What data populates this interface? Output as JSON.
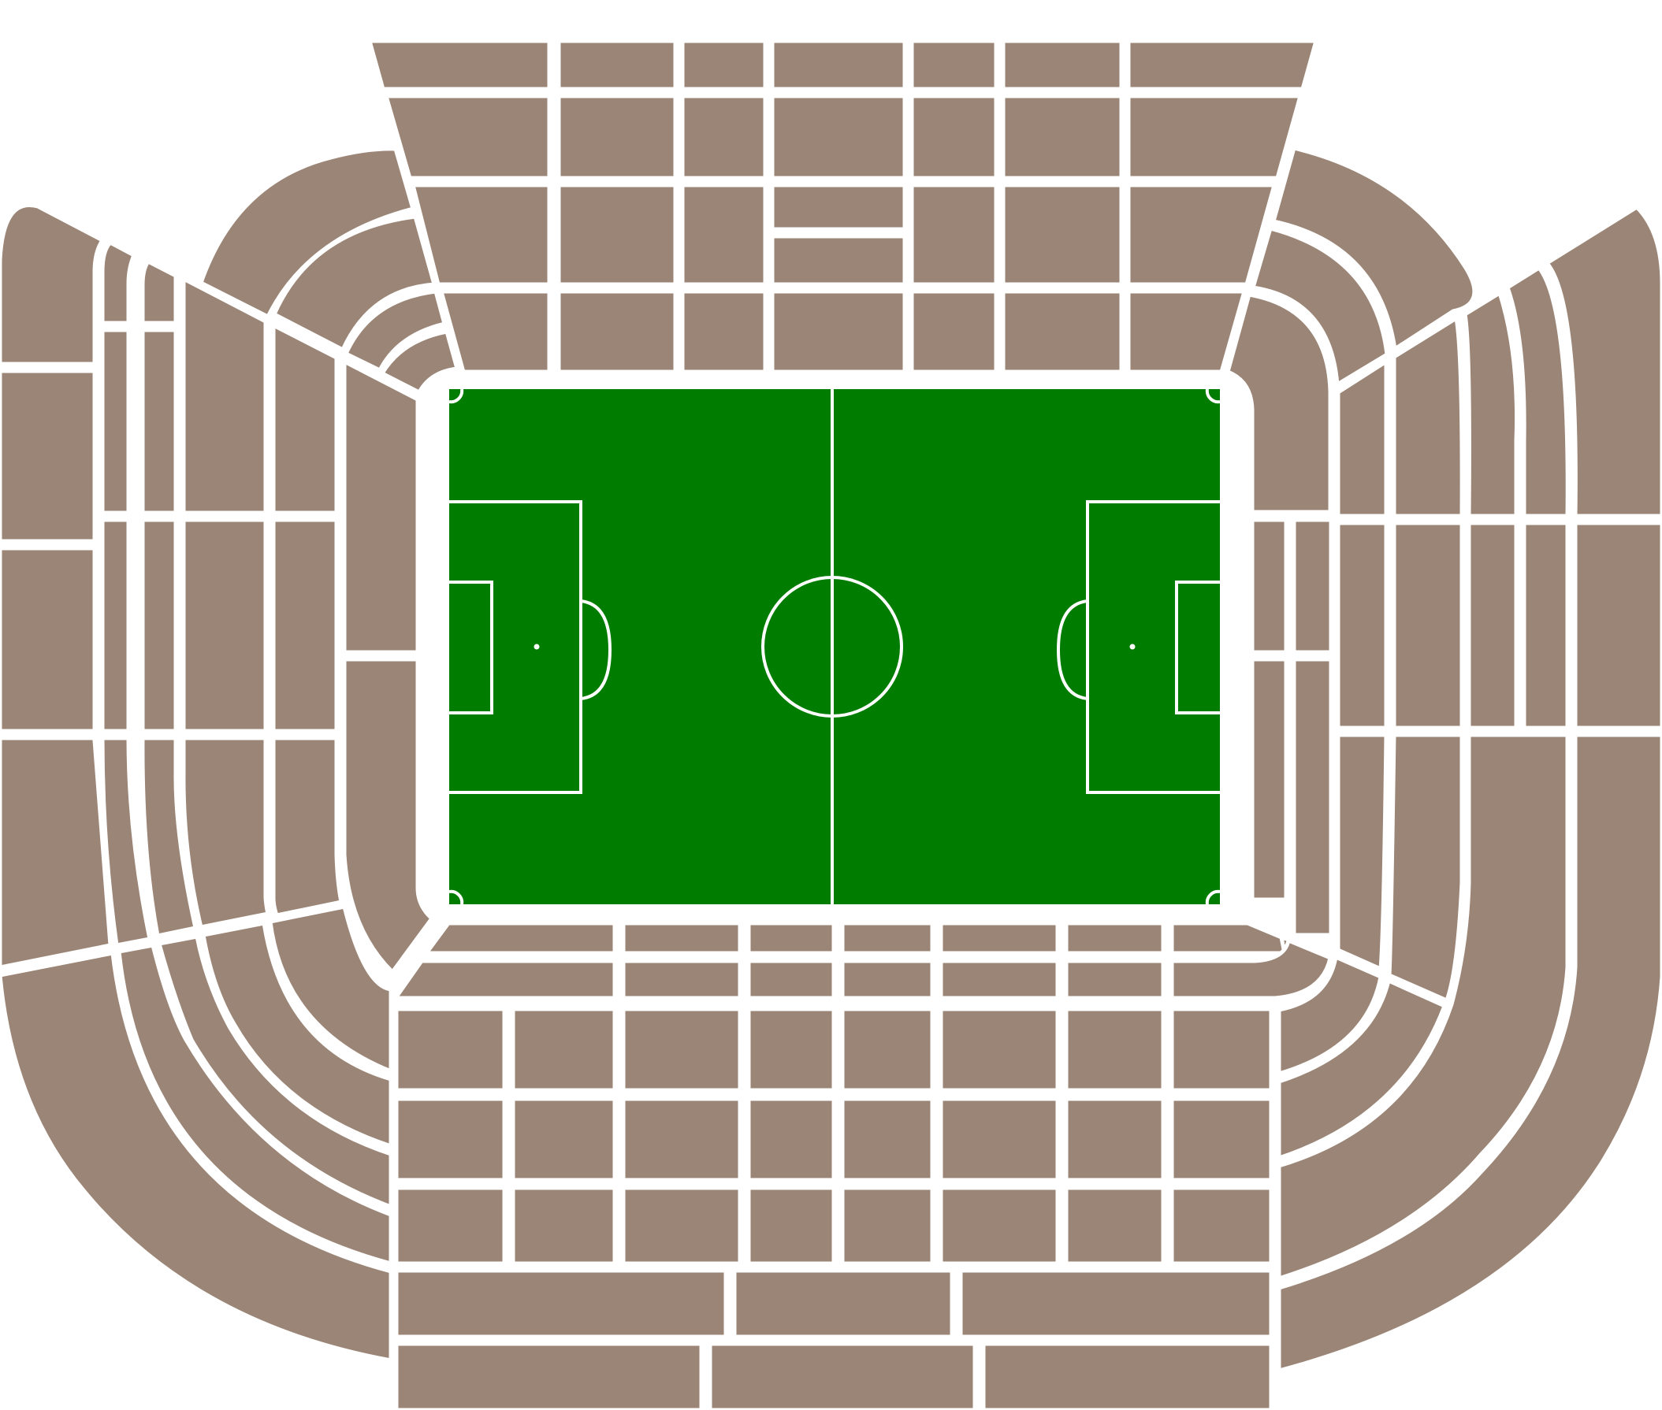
{
  "colors": {
    "seating": "#9B8576",
    "pitch": "#007C00",
    "pitch_lines": "#FFFFFF",
    "border": "#FFFFFF",
    "background": "#FFFFFF"
  },
  "map": {
    "type": "stadium-seating-plan",
    "stands": [
      "north",
      "south",
      "west",
      "east"
    ],
    "pitch": {
      "features": [
        "halfway-line",
        "center-circle",
        "penalty-areas",
        "goal-areas",
        "penalty-arcs",
        "penalty-spots",
        "corner-arcs"
      ]
    }
  }
}
